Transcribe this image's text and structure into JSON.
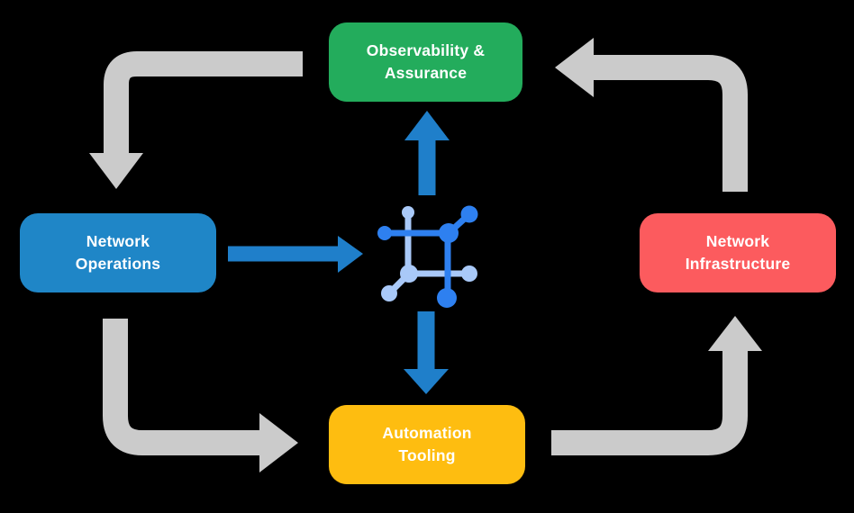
{
  "diagram": {
    "nodes": {
      "observability": {
        "label": "Observability &\nAssurance",
        "color": "#23AC5C"
      },
      "operations": {
        "label": "Network\nOperations",
        "color": "#1F86C7"
      },
      "infrastructure": {
        "label": "Network\nInfrastructure",
        "color": "#FC5B5E"
      },
      "automation": {
        "label": "Automation\nTooling",
        "color": "#FEBD10"
      }
    },
    "center_icon": "network-automation-hub-icon",
    "edges": [
      {
        "from": "Observability & Assurance",
        "to": "Network Operations",
        "style": "gray-elbow-arrow"
      },
      {
        "from": "Network Operations",
        "to": "Automation Tooling",
        "style": "gray-elbow-arrow"
      },
      {
        "from": "Automation Tooling",
        "to": "Network Infrastructure",
        "style": "gray-elbow-arrow"
      },
      {
        "from": "Network Infrastructure",
        "to": "Observability & Assurance",
        "style": "gray-elbow-arrow"
      },
      {
        "from": "Network Operations",
        "to": "center-icon",
        "style": "blue-straight-arrow"
      },
      {
        "from": "center-icon",
        "to": "Observability & Assurance",
        "style": "blue-straight-arrow"
      },
      {
        "from": "center-icon",
        "to": "Automation Tooling",
        "style": "blue-straight-arrow"
      }
    ],
    "colors": {
      "background": "#000000",
      "cycle_arrow": "#CBCBCB",
      "hub_arrow": "#1F7FCA",
      "icon_dark_blue": "#2E80F0",
      "icon_light_blue": "#A9C9F8",
      "label_text": "#FFFFFF"
    }
  }
}
